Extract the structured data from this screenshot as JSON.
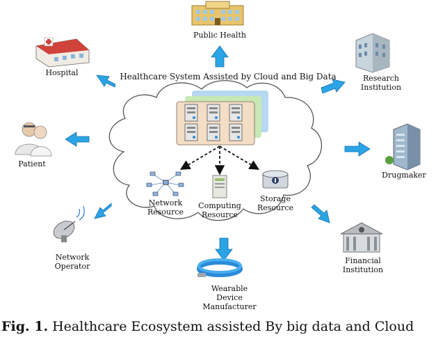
{
  "diagram": {
    "title": "Healthcare System Assisted by Cloud and Big Data",
    "nodes": {
      "public_health": "Public Health",
      "hospital": "Hospital",
      "research": [
        "Research",
        "Institution"
      ],
      "patient": "Patient",
      "drugmaker": "Drugmaker",
      "network_operator": [
        "Network",
        "Operator"
      ],
      "financial": [
        "Financial",
        "Institution"
      ],
      "wearable": [
        "Wearable",
        "Device",
        "Manufacturer"
      ]
    },
    "resources": {
      "network": [
        "Network",
        "Resource"
      ],
      "computing": [
        "Computing",
        "Resource"
      ],
      "storage": [
        "Storage",
        "Resource"
      ]
    },
    "colors": {
      "arrow_fill": "#2aa4e4",
      "arrow_stroke": "#1470b0",
      "cloud_stroke": "#555555",
      "server_panel": "#f3ddc4",
      "panel_back_green": "#c8e8b4",
      "panel_back_blue": "#b6d8f0"
    }
  },
  "caption": {
    "label": "Fig. 1.",
    "text": " Healthcare Ecosystem assisted By big data and Cloud"
  }
}
